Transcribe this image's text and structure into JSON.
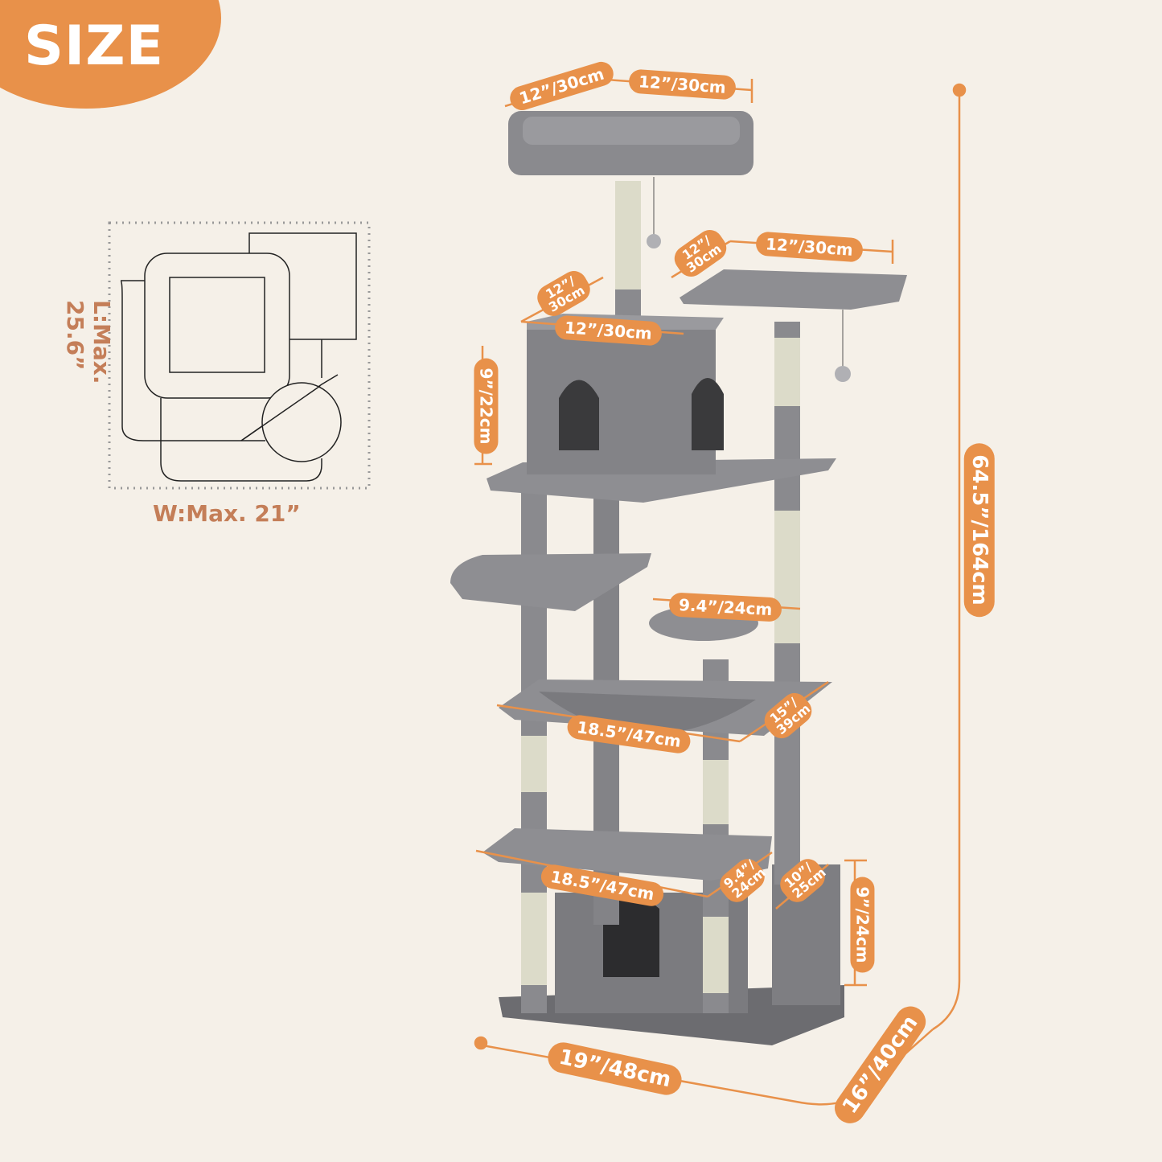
{
  "header": {
    "title": "SIZE"
  },
  "colors": {
    "accent": "#e8914a",
    "background": "#f5f0e8",
    "label_brown": "#c47e58",
    "plush_gray": "#8d8d90",
    "sisal": "#dcdbc9"
  },
  "footprint": {
    "length_label": "L:Max. 25.6”",
    "width_label": "W:Max. 21”"
  },
  "dimensions": {
    "top_perch_depth": "12”/30cm",
    "top_perch_width": "12”/30cm",
    "right_platform_depth": "12”/ 30cm",
    "right_platform_width": "12”/30cm",
    "condo_depth": "12”/ 30cm",
    "condo_width": "12”/30cm",
    "condo_height": "9”/22cm",
    "round_platform": "9.4”/24cm",
    "hammock_width": "18.5”/47cm",
    "hammock_depth": "15”/ 39cm",
    "lower_platform_width": "18.5”/47cm",
    "lower_platform_depth": "9.4”/ 24cm",
    "side_box_depth": "10”/ 25cm",
    "side_box_height": "9”/24cm",
    "total_height": "64.5”/164cm",
    "base_width": "19”/48cm",
    "base_depth": "16”/40cm"
  }
}
